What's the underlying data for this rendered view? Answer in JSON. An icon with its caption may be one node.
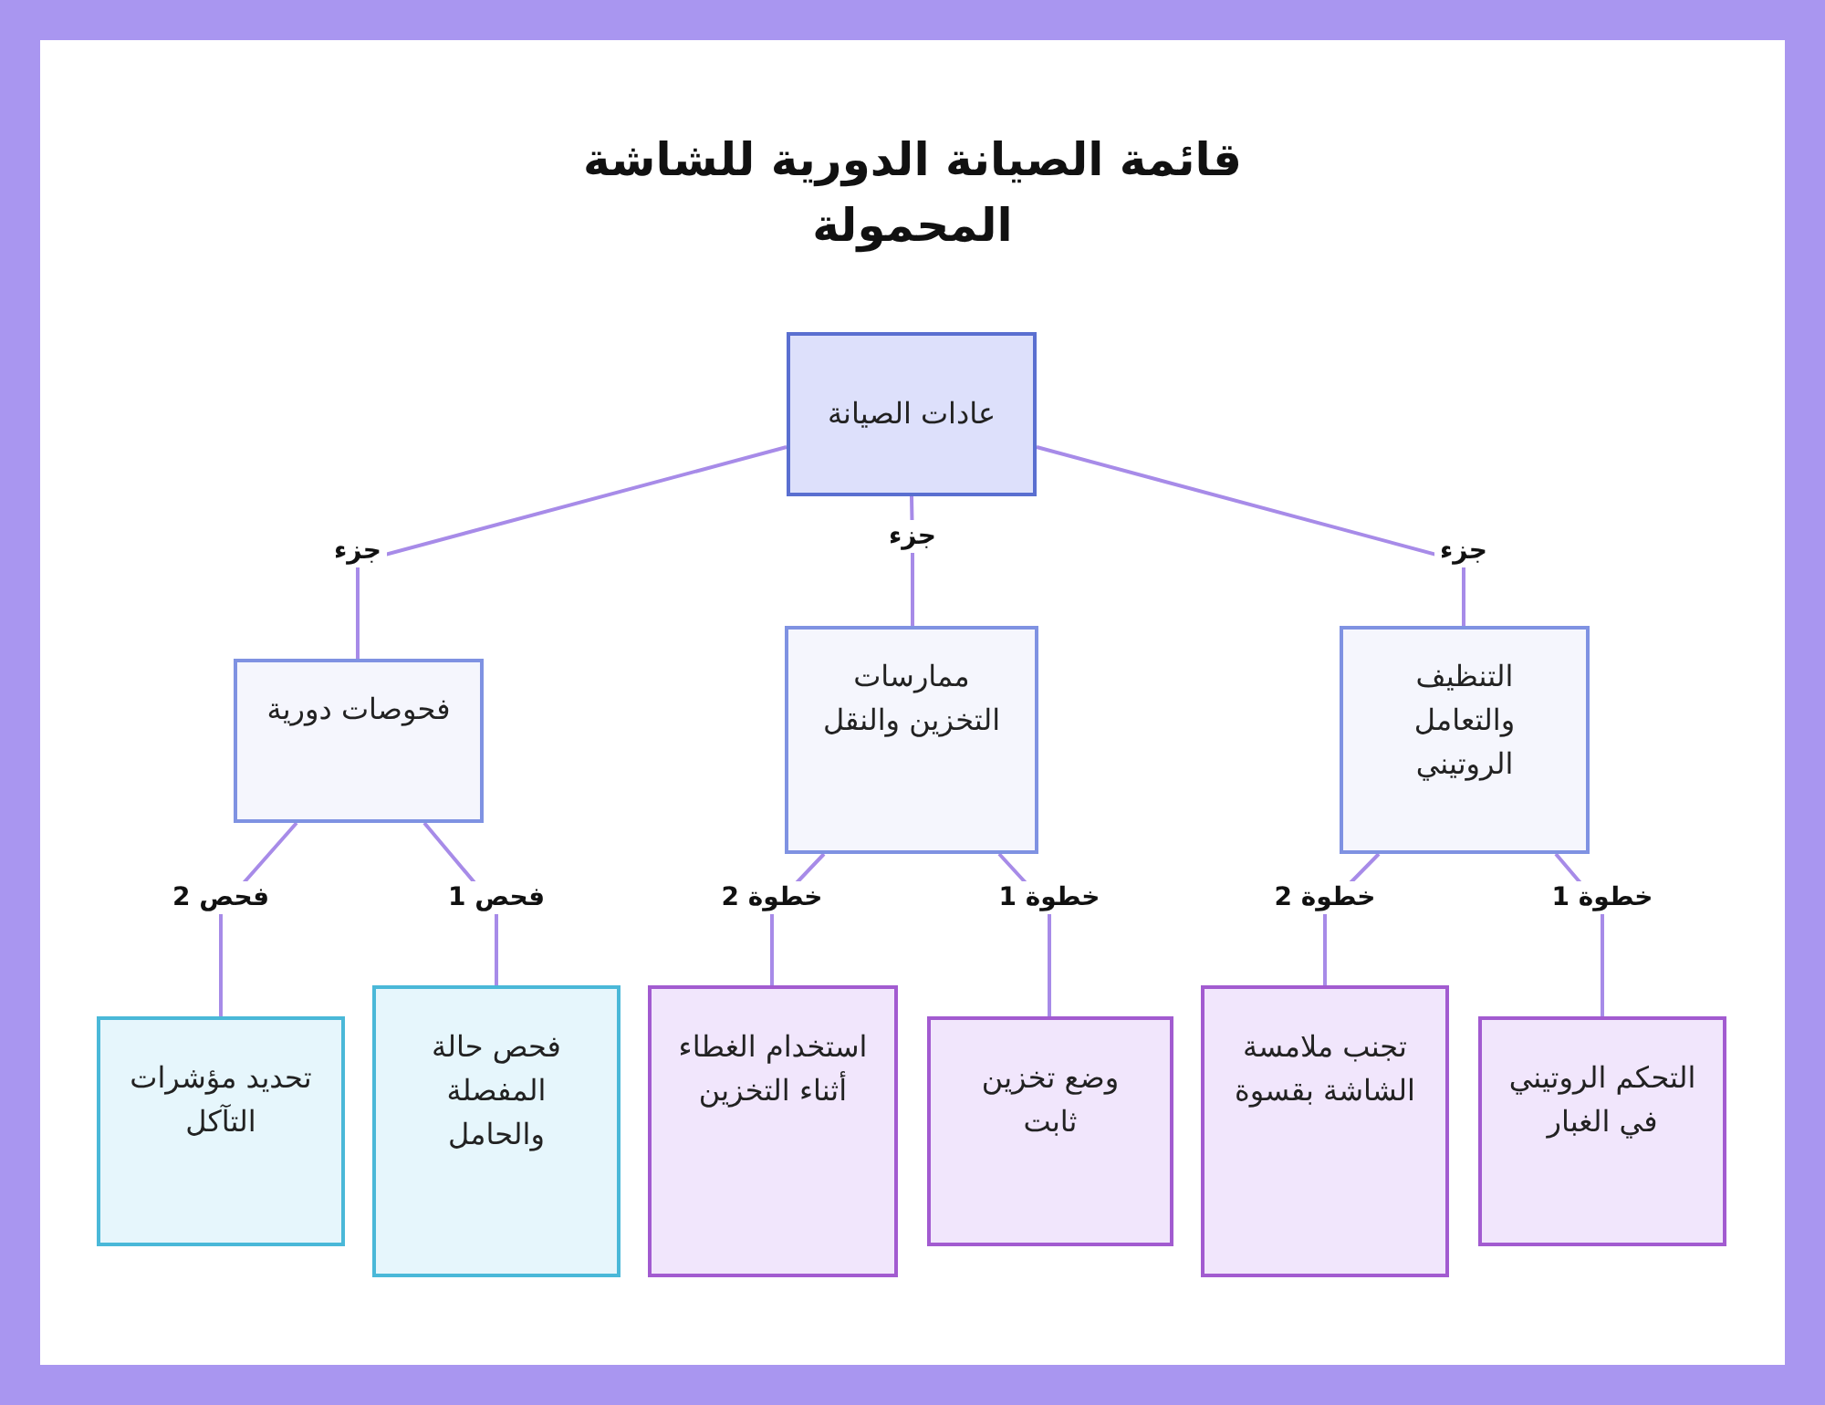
{
  "diagram": {
    "title": "قائمة الصيانة الدورية للشاشة المحمولة",
    "nodes": [
      {
        "text": [
          "عادات الصيانة"
        ]
      },
      {
        "text": [
          "التنظيف والتعامل الروتيني"
        ]
      },
      {
        "text": [
          "ممارسات التخزين والنقل"
        ]
      },
      {
        "text": [
          "فحوصات دورية"
        ]
      },
      {
        "text": [
          "التحكم الروتيني في الغبار"
        ]
      },
      {
        "text": [
          "تجنب ملامسة الشاشة بقسوة"
        ]
      },
      {
        "text": [
          "وضع تخزين ثابت"
        ]
      },
      {
        "text": [
          "استخدام الغطاء أثناء التخزين"
        ]
      },
      {
        "text": [
          "فحص حالة المفصلة والحامل"
        ]
      },
      {
        "text": [
          "تحديد مؤشرات التآكل"
        ]
      }
    ],
    "edges": [
      {
        "from": 0,
        "to": 1,
        "arrow": "none",
        "label": "جزء"
      },
      {
        "from": 0,
        "to": 2,
        "arrow": "none",
        "label": "جزء"
      },
      {
        "from": 0,
        "to": 3,
        "arrow": "none",
        "label": "جزء"
      },
      {
        "from": 1,
        "to": 4,
        "arrow": "none",
        "label": "خطوة 1"
      },
      {
        "from": 1,
        "to": 5,
        "arrow": "none",
        "label": "خطوة 2"
      },
      {
        "from": 2,
        "to": 6,
        "arrow": "none",
        "label": "خطوة 1"
      },
      {
        "from": 2,
        "to": 7,
        "arrow": "none",
        "label": "خطوة 2"
      },
      {
        "from": 3,
        "to": 8,
        "arrow": "none",
        "label": "فحص 1"
      },
      {
        "from": 3,
        "to": 9,
        "arrow": "none",
        "label": "فحص 2"
      }
    ]
  }
}
